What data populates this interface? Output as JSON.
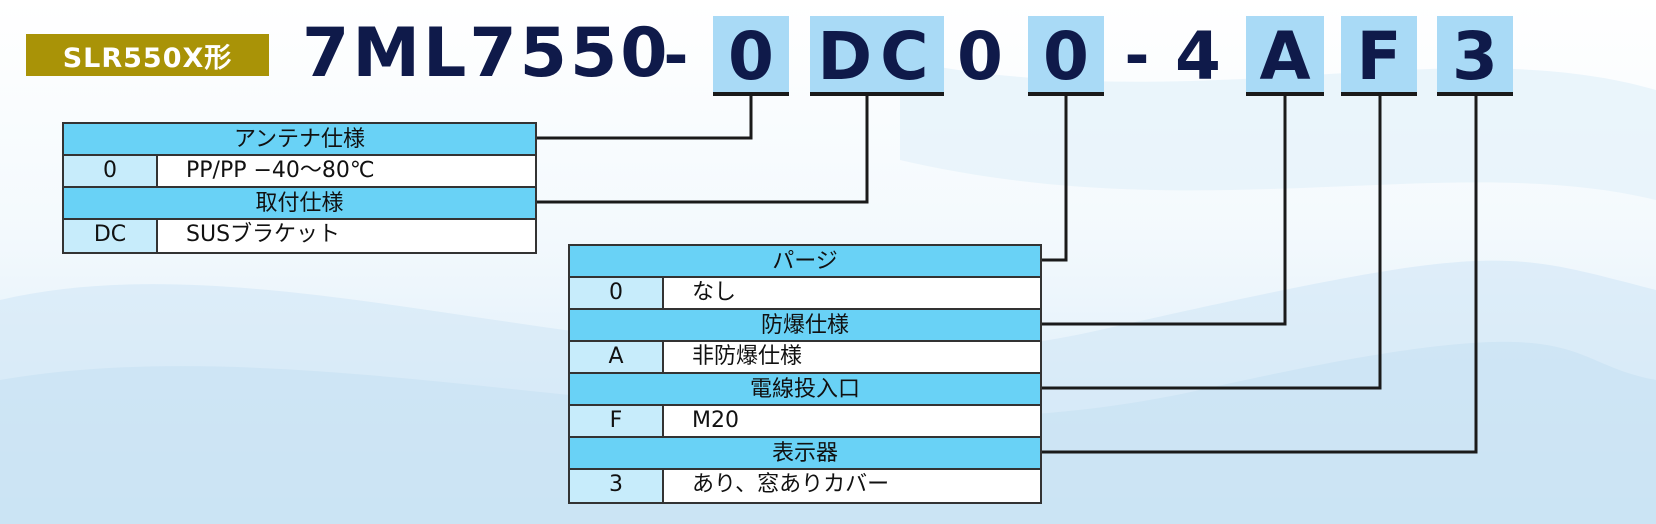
{
  "badge": "SLR550X形",
  "model": {
    "prefix": "7ML7550",
    "dash1": "-",
    "seg1": "0",
    "seg2": "DC",
    "seg3": "0",
    "seg4": "0",
    "dash2": "-",
    "seg5": "4",
    "seg6": "A",
    "seg7": "F",
    "seg8": "3"
  },
  "left_table": {
    "groups": [
      {
        "header": "アンテナ仕様",
        "code": "0",
        "desc": "PP/PP −40〜80℃"
      },
      {
        "header": "取付仕様",
        "code": "DC",
        "desc": "SUSブラケット"
      }
    ]
  },
  "right_table": {
    "groups": [
      {
        "header": "パージ",
        "code": "0",
        "desc": "なし"
      },
      {
        "header": "防爆仕様",
        "code": "A",
        "desc": "非防爆仕様"
      },
      {
        "header": "電線投入口",
        "code": "F",
        "desc": "M20"
      },
      {
        "header": "表示器",
        "code": "3",
        "desc": "あり、窓ありカバー"
      }
    ]
  },
  "colors": {
    "badge": "#a99307",
    "model_text": "#0f1a4a",
    "highlight": "#a9daf6",
    "table_header": "#69d2f6",
    "table_code": "#c7ecfb",
    "connector": "#1a1a1a"
  }
}
